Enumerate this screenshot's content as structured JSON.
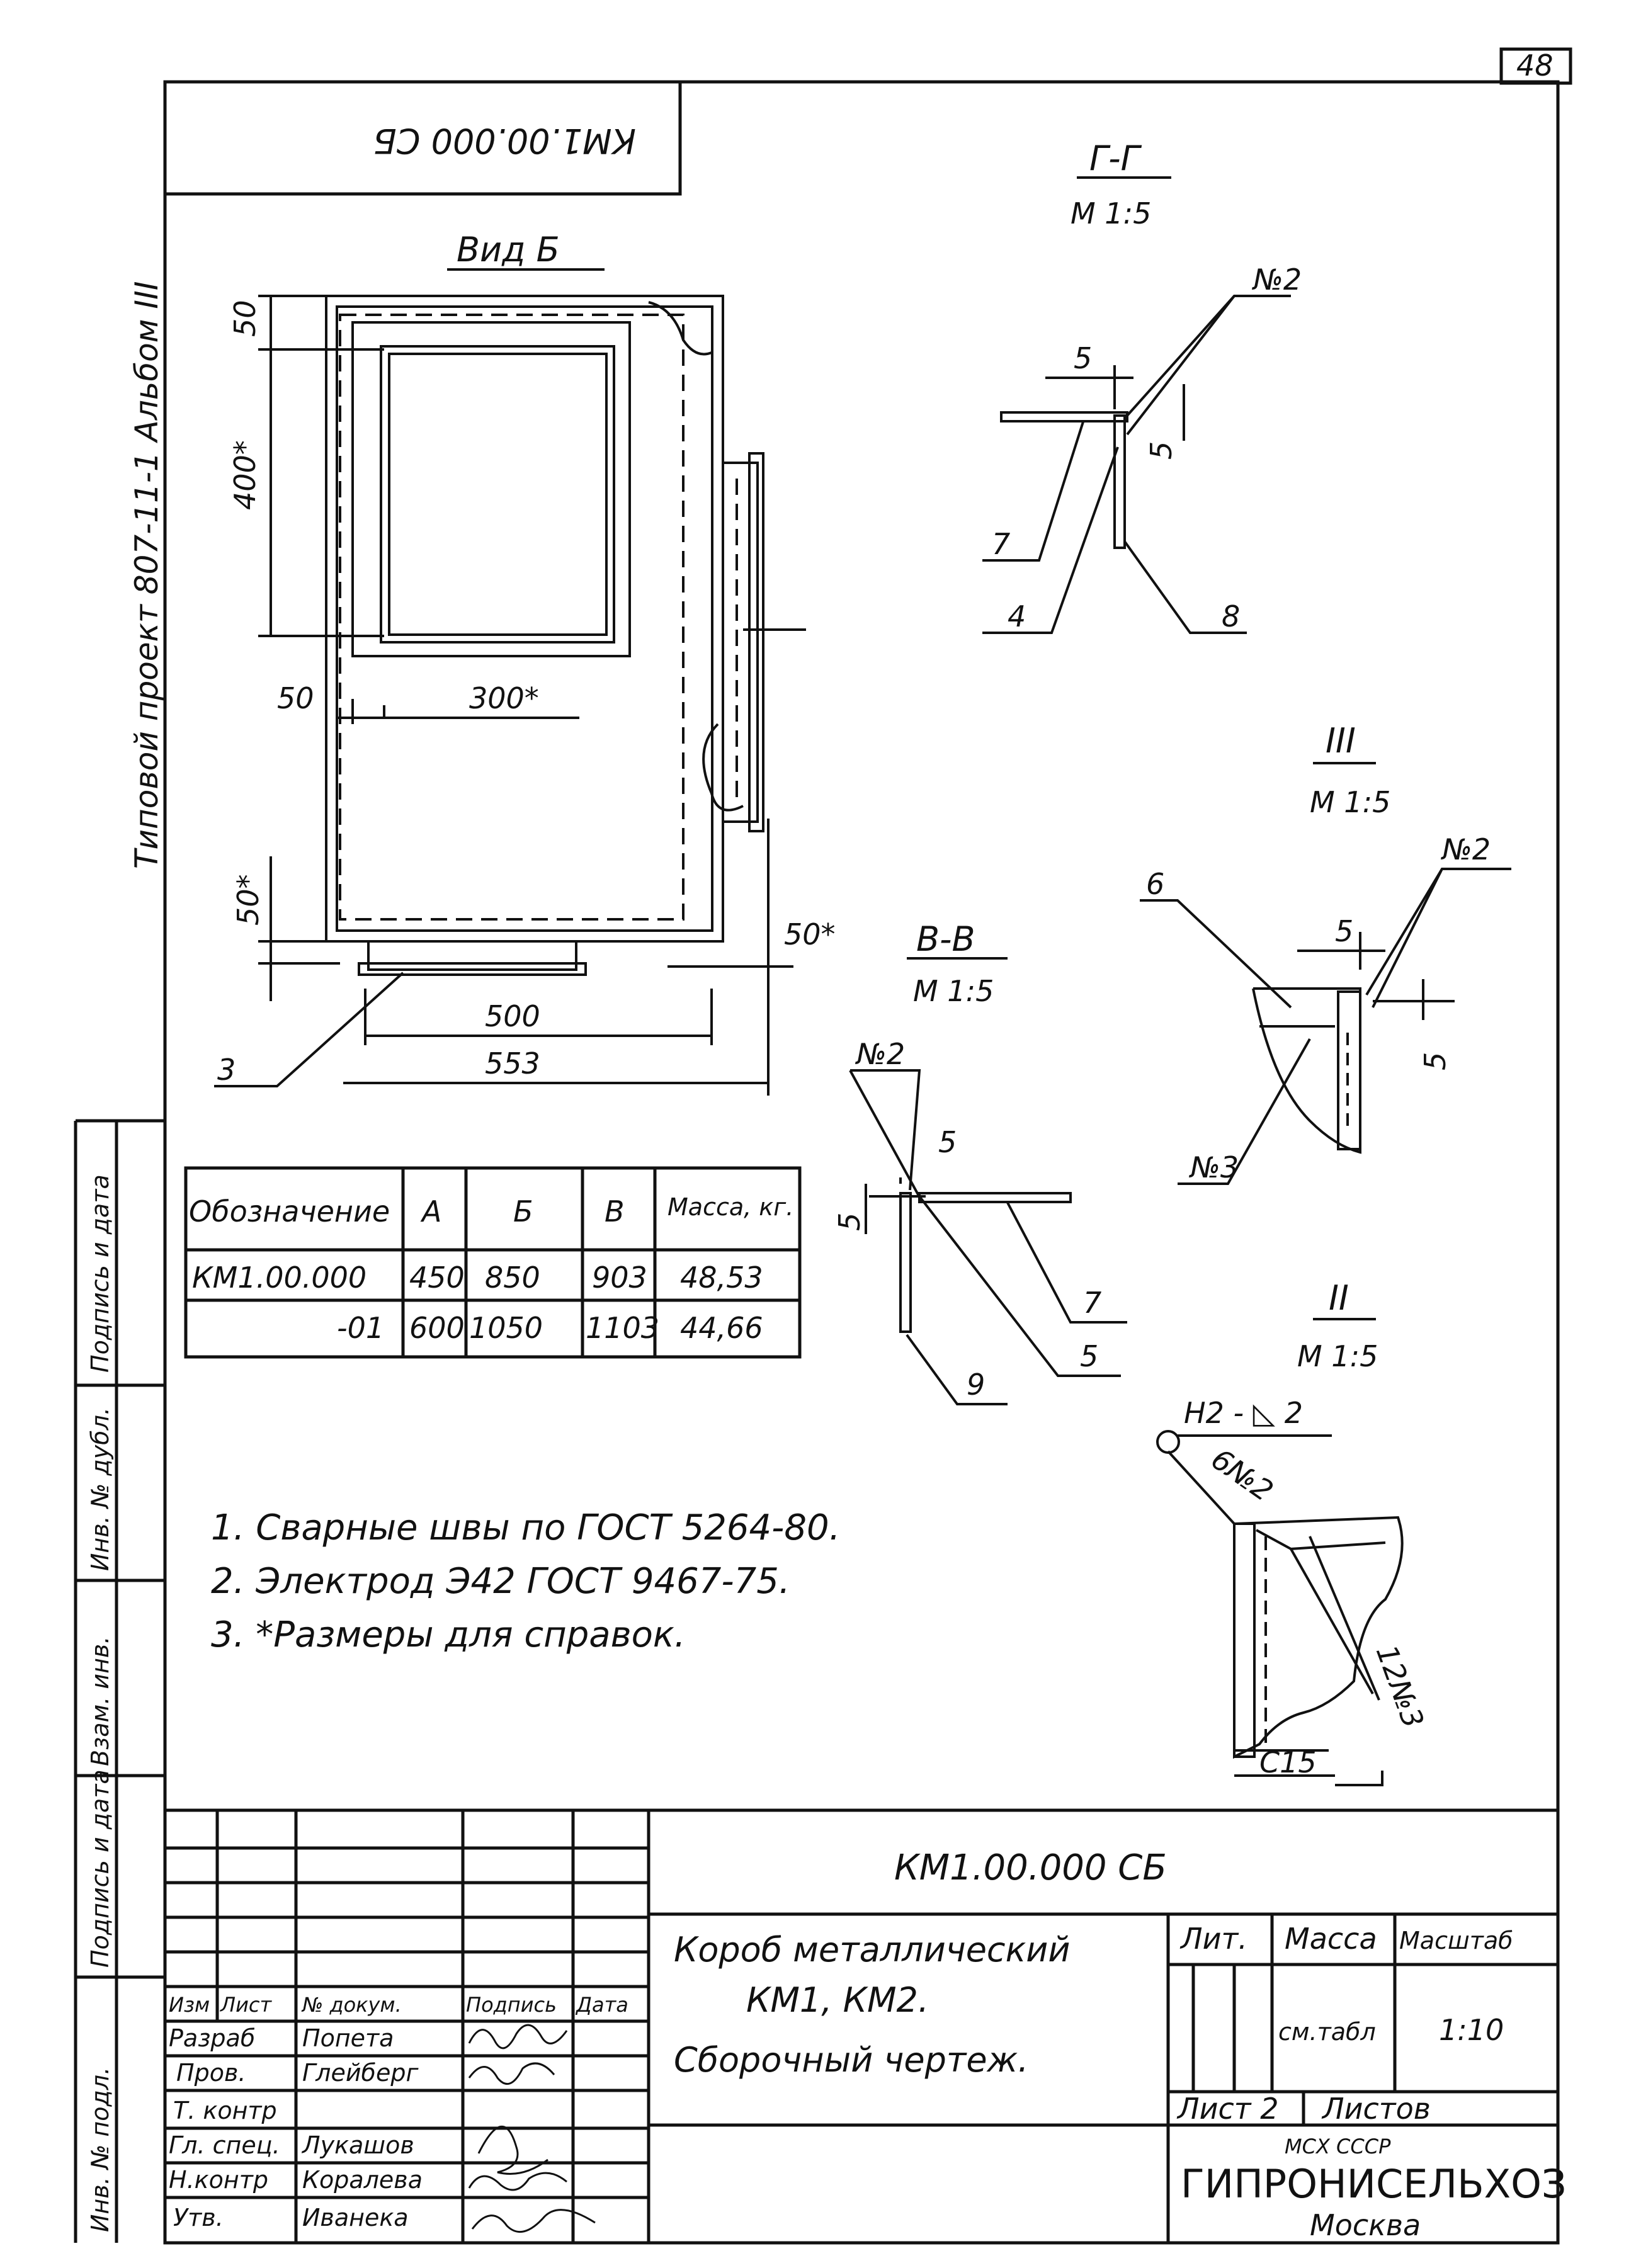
{
  "sheet_number": "48",
  "stamp_rotated": "КМ1.00.000 СБ",
  "side_label": "Типовой проект 807-11-1  Альбом III",
  "view_b": {
    "title": "Вид Б",
    "dims": [
      "50",
      "400*",
      "50",
      "300*",
      "50*",
      "50*",
      "500",
      "553"
    ],
    "leader": "3"
  },
  "section_gg": {
    "title": "Г-Г",
    "scale": "М 1:5",
    "labels": [
      "№2",
      "5",
      "5",
      "7",
      "4",
      "8"
    ]
  },
  "section_vv": {
    "title": "В-В",
    "scale": "М 1:5",
    "labels": [
      "№2",
      "5",
      "5",
      "7",
      "5",
      "9"
    ]
  },
  "detail_iii": {
    "title": "III",
    "scale": "М 1:5",
    "labels": [
      "6",
      "№2",
      "5",
      "5",
      "№3"
    ]
  },
  "detail_ii": {
    "title": "II",
    "scale": "М 1:5",
    "labels": [
      "Н2 - ◺ 2",
      "6№2",
      "12№3",
      "С15"
    ]
  },
  "spec_table": {
    "headers": [
      "Обозначение",
      "А",
      "Б",
      "В",
      "Масса, кг."
    ],
    "rows": [
      [
        "КМ1.00.000",
        "450",
        "850",
        "903",
        "48,53"
      ],
      [
        "-01",
        "600",
        "1050",
        "1103",
        "44,66"
      ]
    ]
  },
  "notes": [
    "1. Сварные швы по ГОСТ 5264-80.",
    "2. Электрод Э42 ГОСТ 9467-75.",
    "3. *Размеры для справок."
  ],
  "left_margin_fields": [
    "Подпись и дата",
    "Инв. № дубл.",
    "Взам. инв.",
    "Подпись и дата",
    "Инв. № подл."
  ],
  "title_block": {
    "designation": "КМ1.00.000 СБ",
    "name_lines": [
      "Короб металлический",
      "КМ1, КМ2.",
      "Сборочный чертеж."
    ],
    "col_headers": [
      "Изм",
      "Лист",
      "№ докум.",
      "Подпись",
      "Дата"
    ],
    "roles": [
      {
        "role": "Разраб",
        "name": "Попета"
      },
      {
        "role": "Пров.",
        "name": "Глейберг"
      },
      {
        "role": "Т. контр",
        "name": ""
      },
      {
        "role": "Гл. спец.",
        "name": "Лукашов"
      },
      {
        "role": "Н.контр",
        "name": "Коралева"
      },
      {
        "role": "Утв.",
        "name": "Иванека"
      }
    ],
    "lit": "Лит.",
    "mass": "Масса",
    "scale_hdr": "Масштаб",
    "mass_val": "см.табл",
    "scale_val": "1:10",
    "sheet": "Лист 2",
    "sheets": "Листов",
    "org1": "МСХ СССР",
    "org2": "ГИПРОНИСЕЛЬХОЗ",
    "org3": "Москва"
  }
}
